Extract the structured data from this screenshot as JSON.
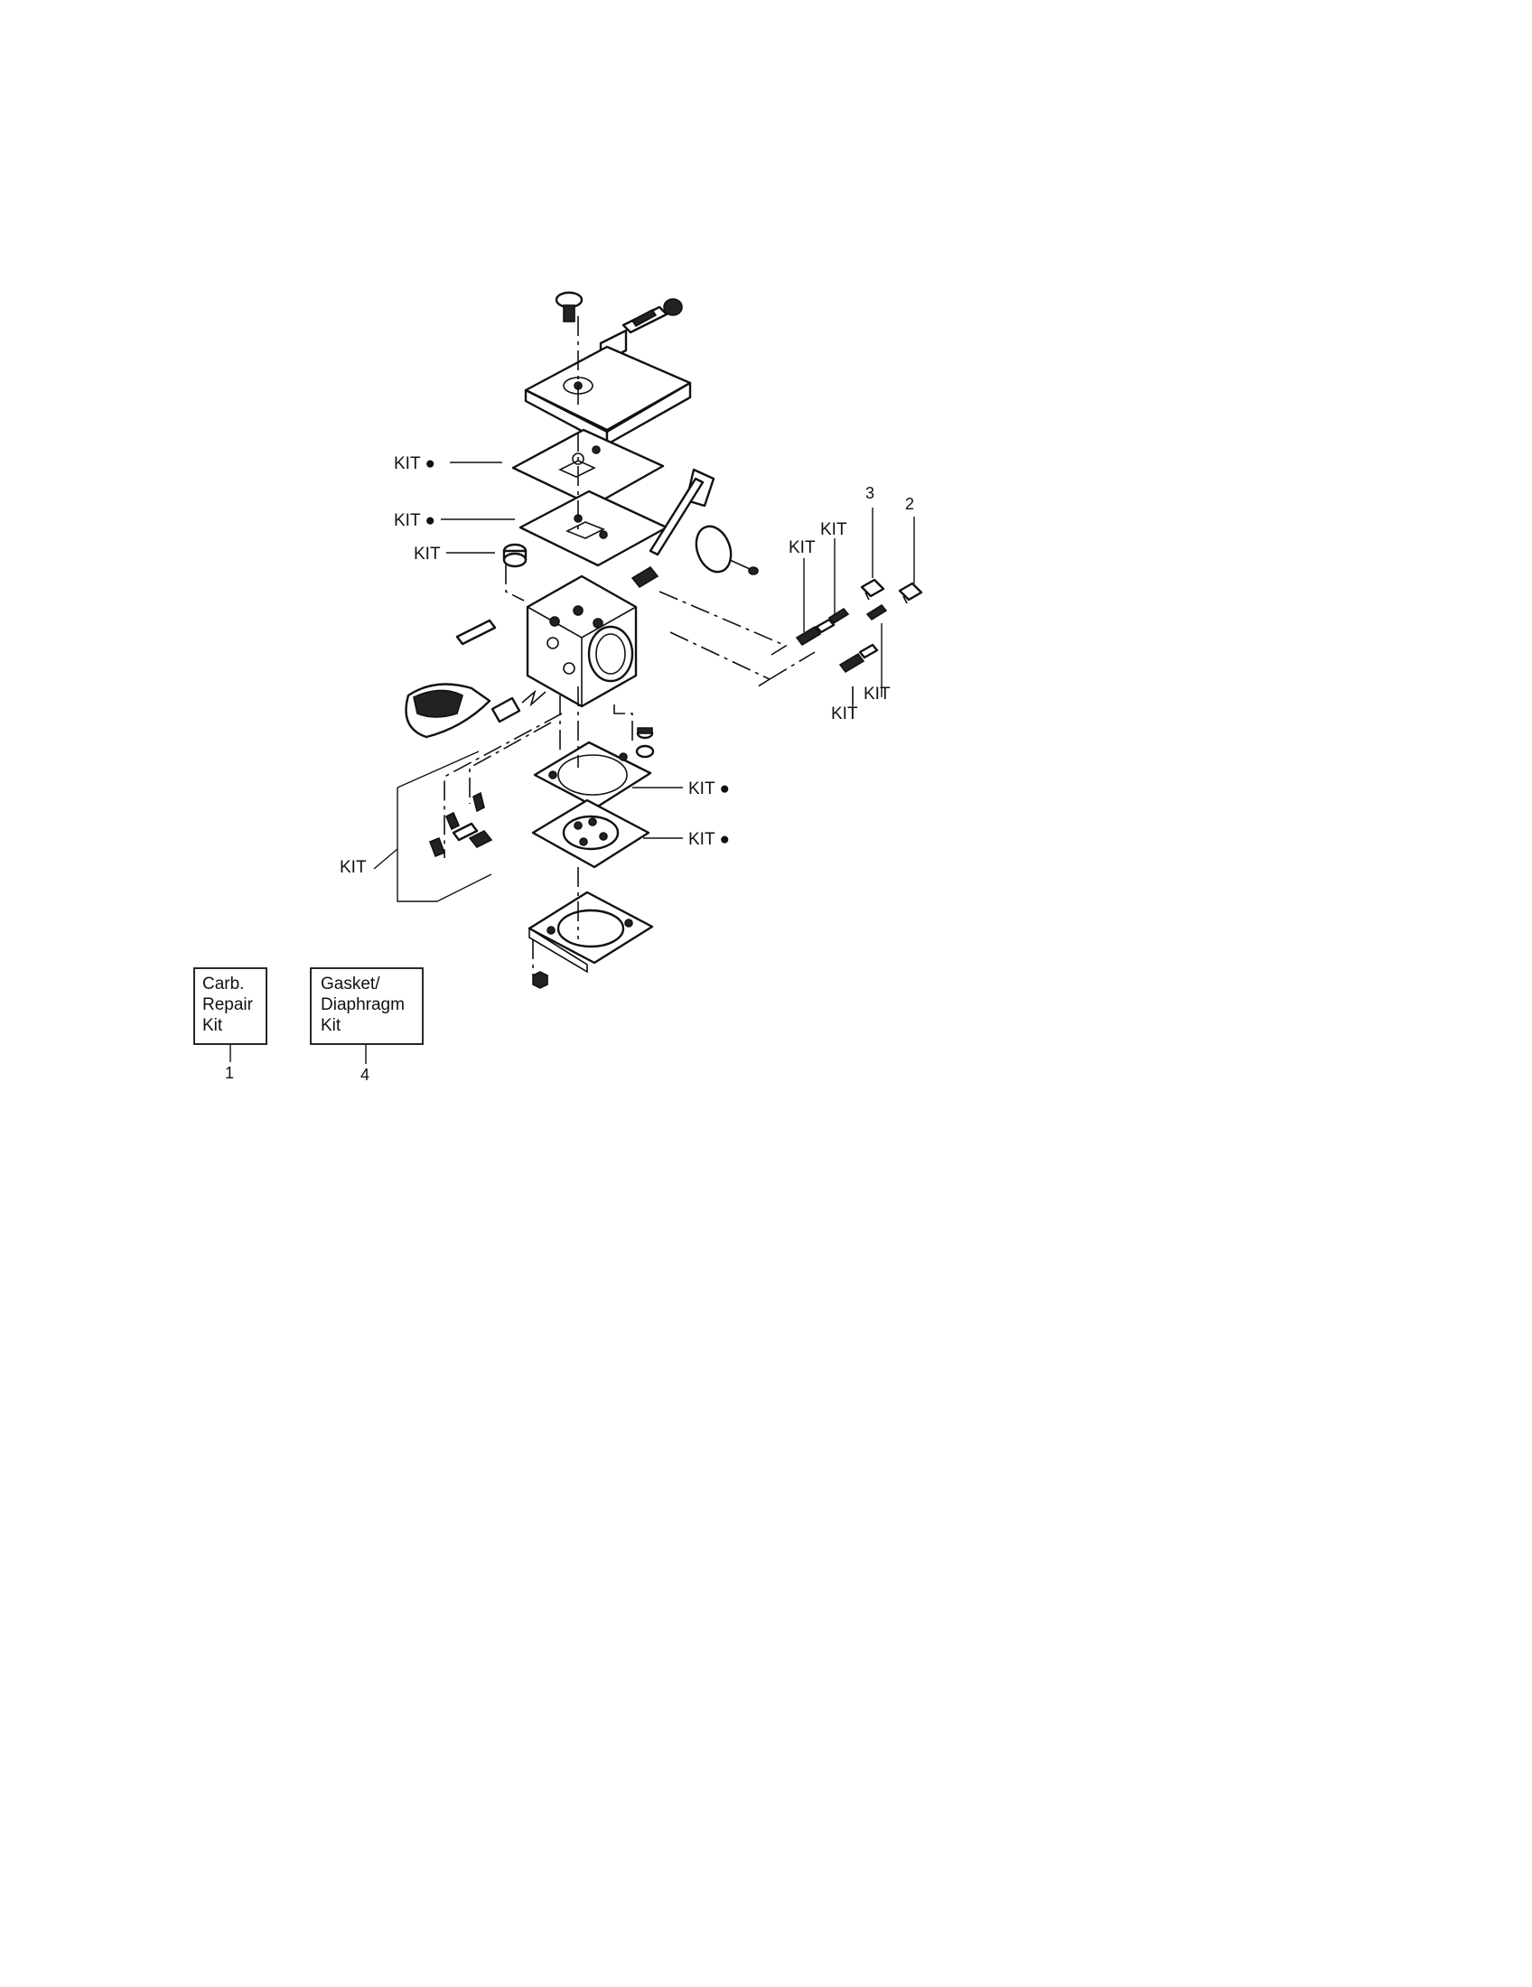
{
  "callouts": {
    "kit_top_1": "KIT ●",
    "kit_top_2": "KIT ●",
    "kit_left_small": "KIT",
    "kit_right_a": "KIT",
    "kit_right_b": "KIT",
    "kit_right_c": "KIT",
    "kit_right_d": "KIT",
    "kit_bottom_gasket": "KIT ●",
    "kit_bottom_diaphragm": "KIT ●",
    "kit_left_lower": "KIT",
    "num_3": "3",
    "num_2": "2",
    "num_1": "1",
    "num_4": "4"
  },
  "legend": {
    "box1": [
      "Carb.",
      "Repair",
      "Kit"
    ],
    "box2": [
      "Gasket/",
      "Diaphragm",
      "Kit"
    ]
  }
}
